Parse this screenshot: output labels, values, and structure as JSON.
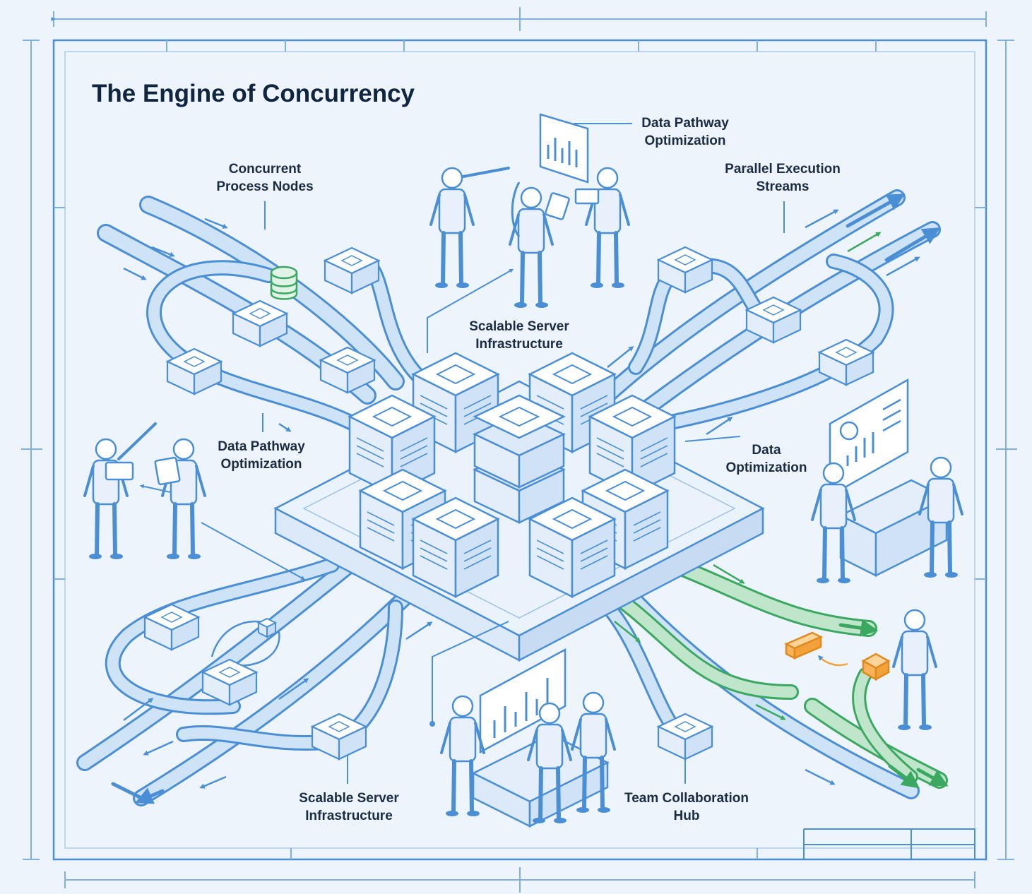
{
  "title": "The Engine of Concurrency",
  "labels": {
    "concurrent_process_nodes": [
      "Concurrent",
      "Process Nodes"
    ],
    "data_pathway_top": [
      "Data Pathway",
      "Optimization"
    ],
    "parallel_execution_streams": [
      "Parallel Execution",
      "Streams"
    ],
    "scalable_server_top": [
      "Scalable Server",
      "Infrastructure"
    ],
    "data_pathway_left": [
      "Data Pathway",
      "Optimization"
    ],
    "data_optimization": [
      "Data",
      "Optimization"
    ],
    "scalable_server_bottom": [
      "Scalable Server",
      "Infrastructure"
    ],
    "team_collaboration_hub": [
      "Team Collaboration",
      "Hub"
    ]
  },
  "colors": {
    "background": "#eef4fb",
    "line": "#4a8fd6",
    "pipe_fill": "#cfe3f7",
    "green": "#45b36b",
    "orange": "#f2a23a",
    "text": "#1a2b44"
  }
}
